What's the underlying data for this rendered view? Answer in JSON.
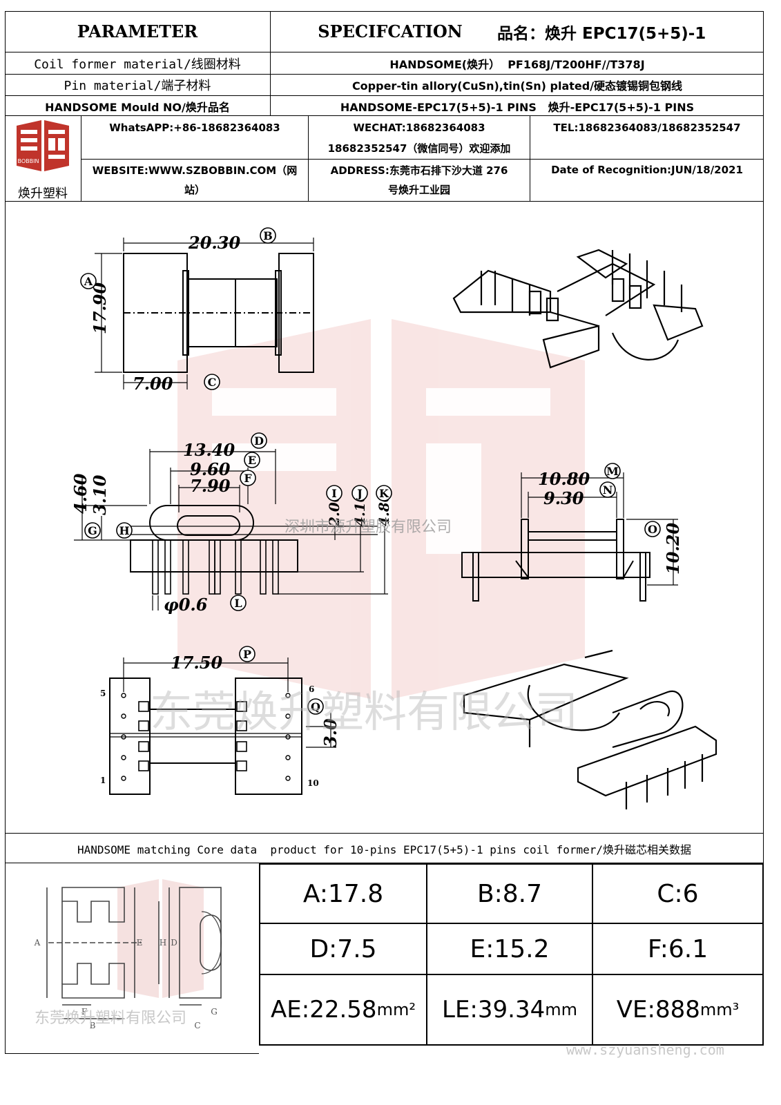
{
  "header": {
    "parameter": "PARAMETER",
    "specification": "SPECIFCATION",
    "product_name": "品名：焕升 EPC17(5+5)-1"
  },
  "rows": [
    {
      "label": "Coil former material/线圈材料",
      "value": "HANDSOME(焕升）  PF168J/T200HF//T378J"
    },
    {
      "label": "Pin material/端子材料",
      "value": "Copper-tin allory(CuSn),tin(Sn) plated/硬态镀锡铜包钢线"
    },
    {
      "label": "HANDSOME Mould NO/焕升品名",
      "value": "HANDSOME-EPC17(5+5)-1 PINS   焕升-EPC17(5+5)-1 PINS"
    }
  ],
  "company": {
    "logo_text": "焕升塑料",
    "logo_mark": "BOBBIN",
    "whatsapp": "WhatsAPP:+86-18682364083",
    "wechat_line1": "WECHAT:18682364083",
    "wechat_line2": "18682352547（微信同号）欢迎添加",
    "tel": "TEL:18682364083/18682352547",
    "website_line1": "WEBSITE:WWW.SZBOBBIN.COM（网",
    "website_line2": "站）",
    "address_line1": "ADDRESS:东莞市石排下沙大道 276",
    "address_line2": "号焕升工业园",
    "date": "Date of Recognition:JUN/18/2021"
  },
  "drawing": {
    "watermark_top": "深圳市源升塑胶有限公司",
    "watermark_big": "东莞焕升塑料有限公司",
    "dims": {
      "B": "20.30",
      "A": "17.90",
      "C": "7.00",
      "D": "13.40",
      "E": "9.60",
      "F": "7.90",
      "G": "4.60",
      "H": "3.10",
      "I": "2.00",
      "J": "4.10",
      "K": "4.80",
      "L": "φ0.6",
      "M": "10.80",
      "N": "9.30",
      "O": "10.20",
      "P": "17.50",
      "Q": "3.0"
    },
    "letters": [
      "A",
      "B",
      "C",
      "D",
      "E",
      "F",
      "G",
      "H",
      "I",
      "J",
      "K",
      "L",
      "M",
      "N",
      "O",
      "P",
      "Q"
    ],
    "pins": {
      "p5": "5",
      "p6": "6",
      "p1": "1",
      "p10": "10"
    }
  },
  "core": {
    "title": "HANDSOME matching Core data  product for 10-pins EPC17(5+5)-1 pins coil former/焕升磁芯相关数据",
    "diagram_letters": [
      "A",
      "E",
      "H",
      "D",
      "F",
      "B",
      "C",
      "G"
    ],
    "watermark": "东莞焕升塑料有限公司",
    "cells": [
      {
        "name": "A",
        "text": "A:17.8",
        "unit": ""
      },
      {
        "name": "B",
        "text": "B:8.7",
        "unit": ""
      },
      {
        "name": "C",
        "text": "C:6",
        "unit": ""
      },
      {
        "name": "D",
        "text": "D:7.5",
        "unit": ""
      },
      {
        "name": "E",
        "text": "E:15.2",
        "unit": ""
      },
      {
        "name": "F",
        "text": "F:6.1",
        "unit": ""
      },
      {
        "name": "AE",
        "text": "AE:22.58",
        "unit": "mm²"
      },
      {
        "name": "LE",
        "text": "LE:39.34",
        "unit": "mm"
      },
      {
        "name": "VE",
        "text": "VE:888",
        "unit": "mm³"
      }
    ],
    "footer_watermark": "www.szyuansheng.com"
  }
}
